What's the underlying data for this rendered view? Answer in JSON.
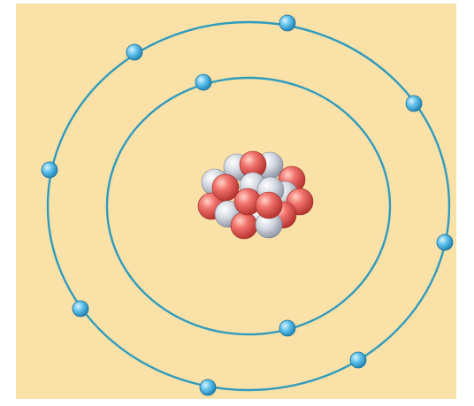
{
  "diagram": {
    "subject": "atom",
    "colors": {
      "background": "#fae1a8",
      "orbit": "#2f9bbd",
      "electron": "#3aa6d8",
      "proton": "#e0584f",
      "neutron": "#c6ccd6"
    },
    "shells": [
      {
        "name": "inner-shell",
        "electron_count": 2
      },
      {
        "name": "outer-shell",
        "electron_count": 8
      }
    ],
    "nucleus": {
      "proton_count": 9,
      "neutron_count": 9
    }
  }
}
